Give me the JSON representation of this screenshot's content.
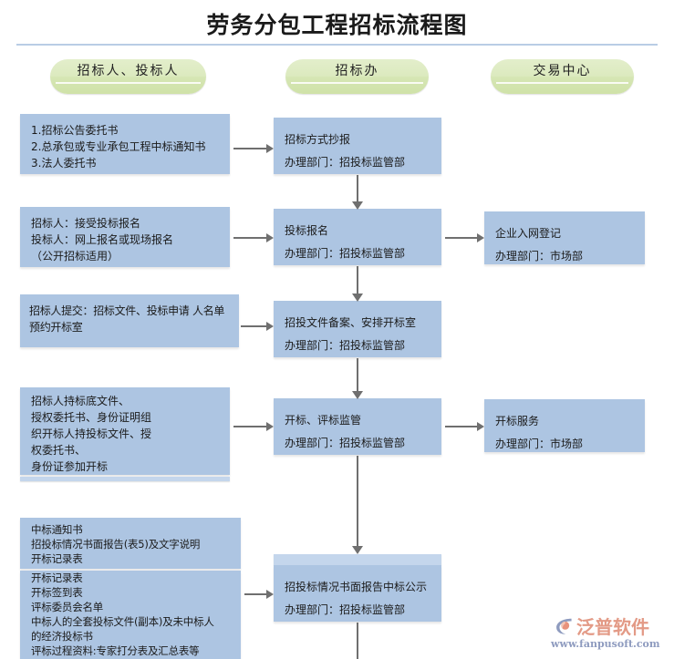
{
  "page": {
    "title": "劳务分包工程招标流程图",
    "background_color": "#ffffff",
    "rule_color": "#b9cde5"
  },
  "colors": {
    "lane_pill": "#d6e6b4",
    "process_box": "#adc5e2",
    "shelf": "#c4d6ec",
    "connector": "#6f6f6f",
    "logo_text": "#e39a86",
    "logo_url": "#8e9bbf"
  },
  "lanes": [
    {
      "id": "lane-bidder",
      "label": "招标人、投标人"
    },
    {
      "id": "lane-bid-office",
      "label": "招标办"
    },
    {
      "id": "lane-trading-center",
      "label": "交易中心"
    }
  ],
  "left_column": {
    "boxes": [
      {
        "id": "left-box-1",
        "lines": [
          "1.招标公告委托书",
          "2.总承包或专业承包工程中标通知书",
          "3.法人委托书"
        ]
      },
      {
        "id": "left-box-2",
        "lines": [
          "招标人：接受投标报名",
          "投标人：网上报名或现场报名",
          "（公开招标适用）"
        ]
      },
      {
        "id": "left-box-3",
        "lines": [
          "招标人提交：招标文件、投标申请 人名单",
          "预约开标室"
        ]
      },
      {
        "id": "left-box-4",
        "lines": [
          "招标人持标底文件、",
          "授权委托书、身份证明组",
          "织开标人持投标文件、授",
          "权委托书、",
          "身份证参加开标"
        ]
      },
      {
        "id": "left-box-5-upper",
        "lines": [
          "中标通知书",
          "招投标情况书面报告(表5)及文字说明",
          "开标记录表"
        ]
      },
      {
        "id": "left-box-5-lower",
        "lines": [
          "开标记录表",
          "开标签到表",
          "评标委员会名单",
          "中标人的全套投标文件(副本)及未中标人",
          "的经济投标书",
          "评标过程资料:专家打分表及汇总表等"
        ]
      }
    ]
  },
  "middle_column": {
    "boxes": [
      {
        "id": "mid-box-1",
        "title": "招标方式抄报",
        "department": "办理部门：招投标监管部"
      },
      {
        "id": "mid-box-2",
        "title": "投标报名",
        "department": "办理部门：招投标监管部"
      },
      {
        "id": "mid-box-3",
        "title": "招投文件备案、安排开标室",
        "department": "办理部门：招投标监管部"
      },
      {
        "id": "mid-box-4",
        "title": "开标、评标监管",
        "department": "办理部门：招投标监管部"
      },
      {
        "id": "mid-box-5",
        "title": "招投标情况书面报告中标公示",
        "department": "办理部门：招投标监管部"
      }
    ]
  },
  "right_column": {
    "boxes": [
      {
        "id": "right-box-1",
        "title": "企业入网登记",
        "department": "办理部门：市场部"
      },
      {
        "id": "right-box-2",
        "title": "开标服务",
        "department": "办理部门：市场部"
      }
    ]
  },
  "watermark": {
    "brand": "泛普软件",
    "url": "www.fanpusoft.com"
  }
}
